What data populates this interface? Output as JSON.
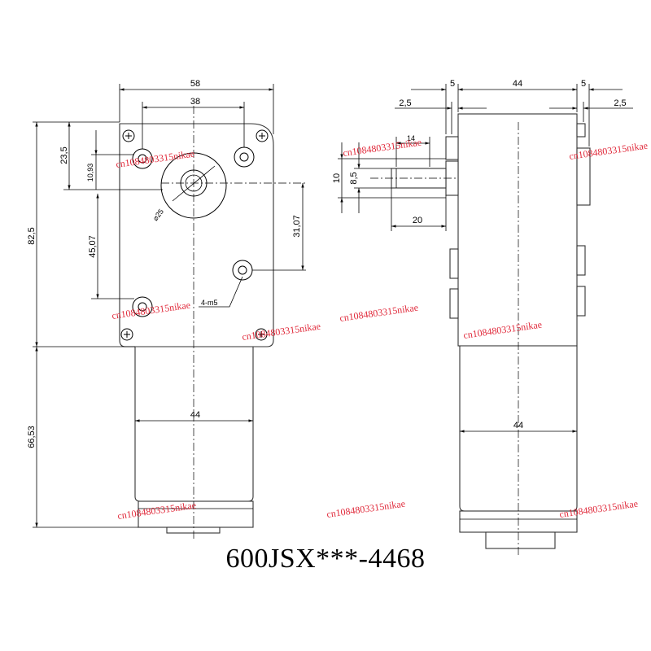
{
  "model_label": "600JSX***-4468",
  "watermark": "cn1084803315nikae",
  "front_view": {
    "width_overall": "58",
    "hole_spacing": "38",
    "height_to_shaft": "23,5",
    "hole_offset_top": "10,93",
    "gearbox_height": "82,5",
    "hole_spacing_vertical": "45,07",
    "hole_offset_right": "31,07",
    "motor_length": "66,53",
    "motor_width": "44",
    "boss_diameter": "⌀25",
    "mounting_holes": "4-m5"
  },
  "side_view": {
    "left_step": "5",
    "body_width": "44",
    "right_step": "5",
    "left_offset": "2,5",
    "right_offset": "2,5",
    "shaft_flat": "10",
    "shaft_diameter": "8,5",
    "shaft_length": "20",
    "keyway": "14",
    "motor_width": "44"
  }
}
